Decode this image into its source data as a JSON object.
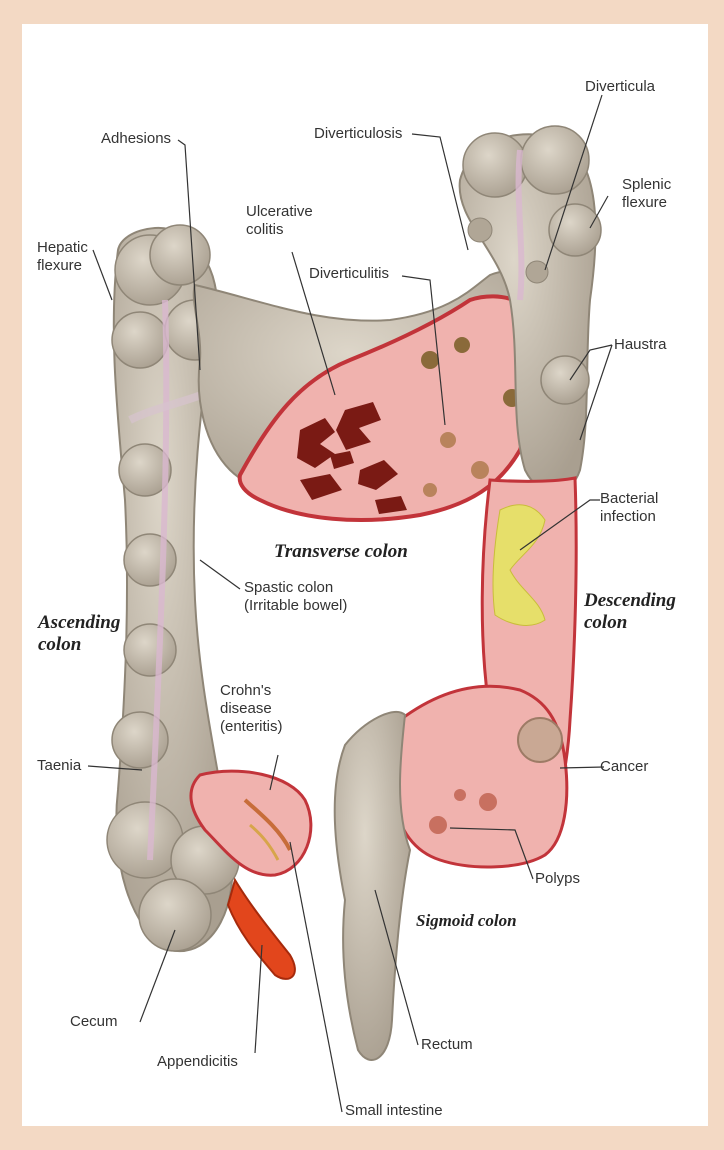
{
  "colors": {
    "background": "#f3d9c4",
    "panel": "#ffffff",
    "colon_outer": "#c9c0b1",
    "colon_shadow": "#9c9384",
    "mucosa": "#f0b2ae",
    "mucosa_rim": "#c2343a",
    "ulcer": "#7a1a14",
    "infection": "#e6df6a",
    "appendix": "#e2461c",
    "leader": "#333333"
  },
  "labels": {
    "adhesions": "Adhesions",
    "diverticulosis": "Diverticulosis",
    "diverticula": "Diverticula",
    "splenic_flexure": "Splenic\nflexure",
    "ulcerative_colitis": "Ulcerative\ncolitis",
    "hepatic_flexure": "Hepatic\nflexure",
    "diverticulitis": "Diverticulitis",
    "haustra": "Haustra",
    "bacterial_infection": "Bacterial\ninfection",
    "transverse_colon": "Transverse colon",
    "descending_colon": "Descending\ncolon",
    "ascending_colon": "Ascending\ncolon",
    "spastic_colon": "Spastic colon\n(Irritable bowel)",
    "crohns_disease": "Crohn's\ndisease\n(enteritis)",
    "taenia": "Taenia",
    "cancer": "Cancer",
    "polyps": "Polyps",
    "sigmoid_colon": "Sigmoid colon",
    "cecum": "Cecum",
    "rectum": "Rectum",
    "appendicitis": "Appendicitis",
    "small_intestine": "Small intestine"
  }
}
